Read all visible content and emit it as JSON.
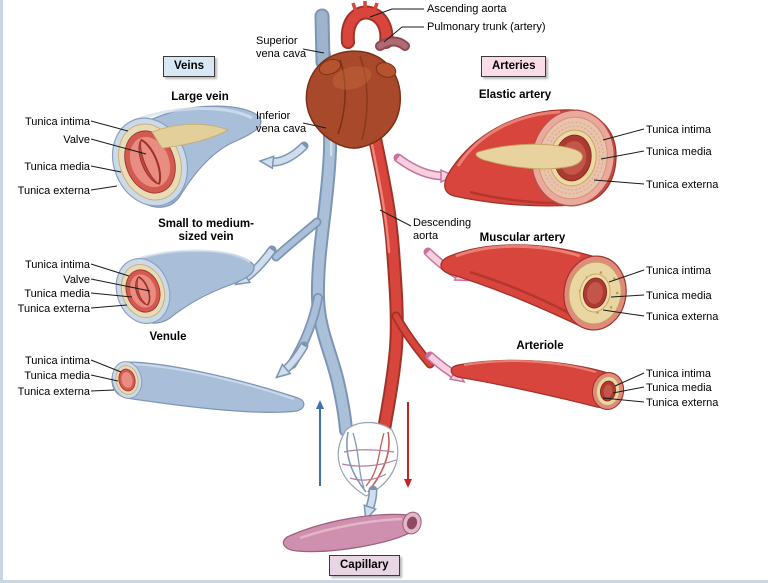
{
  "figure": {
    "legend": {
      "veins": "Veins",
      "arteries": "Arteries",
      "capillary": "Capillary"
    },
    "heart_labels": {
      "ascending_aorta": "Ascending aorta",
      "pulmonary_trunk": "Pulmonary trunk (artery)",
      "superior_vena_cava": "Superior vena cava",
      "inferior_vena_cava": "Inferior vena cava",
      "descending_aorta": "Descending aorta"
    },
    "veins": [
      {
        "title": "Large vein",
        "labels": [
          "Tunica intima",
          "Valve",
          "Tunica media",
          "Tunica externa"
        ]
      },
      {
        "title": "Small to medium-sized vein",
        "labels": [
          "Tunica intima",
          "Valve",
          "Tunica media",
          "Tunica externa"
        ]
      },
      {
        "title": "Venule",
        "labels": [
          "Tunica intima",
          "Tunica media",
          "Tunica externa"
        ]
      }
    ],
    "arteries": [
      {
        "title": "Elastic artery",
        "labels": [
          "Tunica intima",
          "Tunica media",
          "Tunica externa"
        ]
      },
      {
        "title": "Muscular artery",
        "labels": [
          "Tunica intima",
          "Tunica media",
          "Tunica externa"
        ]
      },
      {
        "title": "Arteriole",
        "labels": [
          "Tunica intima",
          "Tunica media",
          "Tunica externa"
        ]
      }
    ],
    "colors": {
      "vein_body": "#a9bfd9",
      "artery_body": "#d8453c",
      "capillary_body": "#cf8fae",
      "tunica_media_tan": "#e8dcb8",
      "lumen_red": "#d25a50",
      "vein_arrow": "#cfdded",
      "artery_arrow": "#f7d0e0",
      "flow_arrow_blue": "#3f72ad",
      "flow_arrow_red": "#c32222",
      "legend_veins_bg": "#d9e7f4",
      "legend_arteries_bg": "#f9dce8",
      "legend_capillary_bg": "#e9d6e4"
    }
  }
}
